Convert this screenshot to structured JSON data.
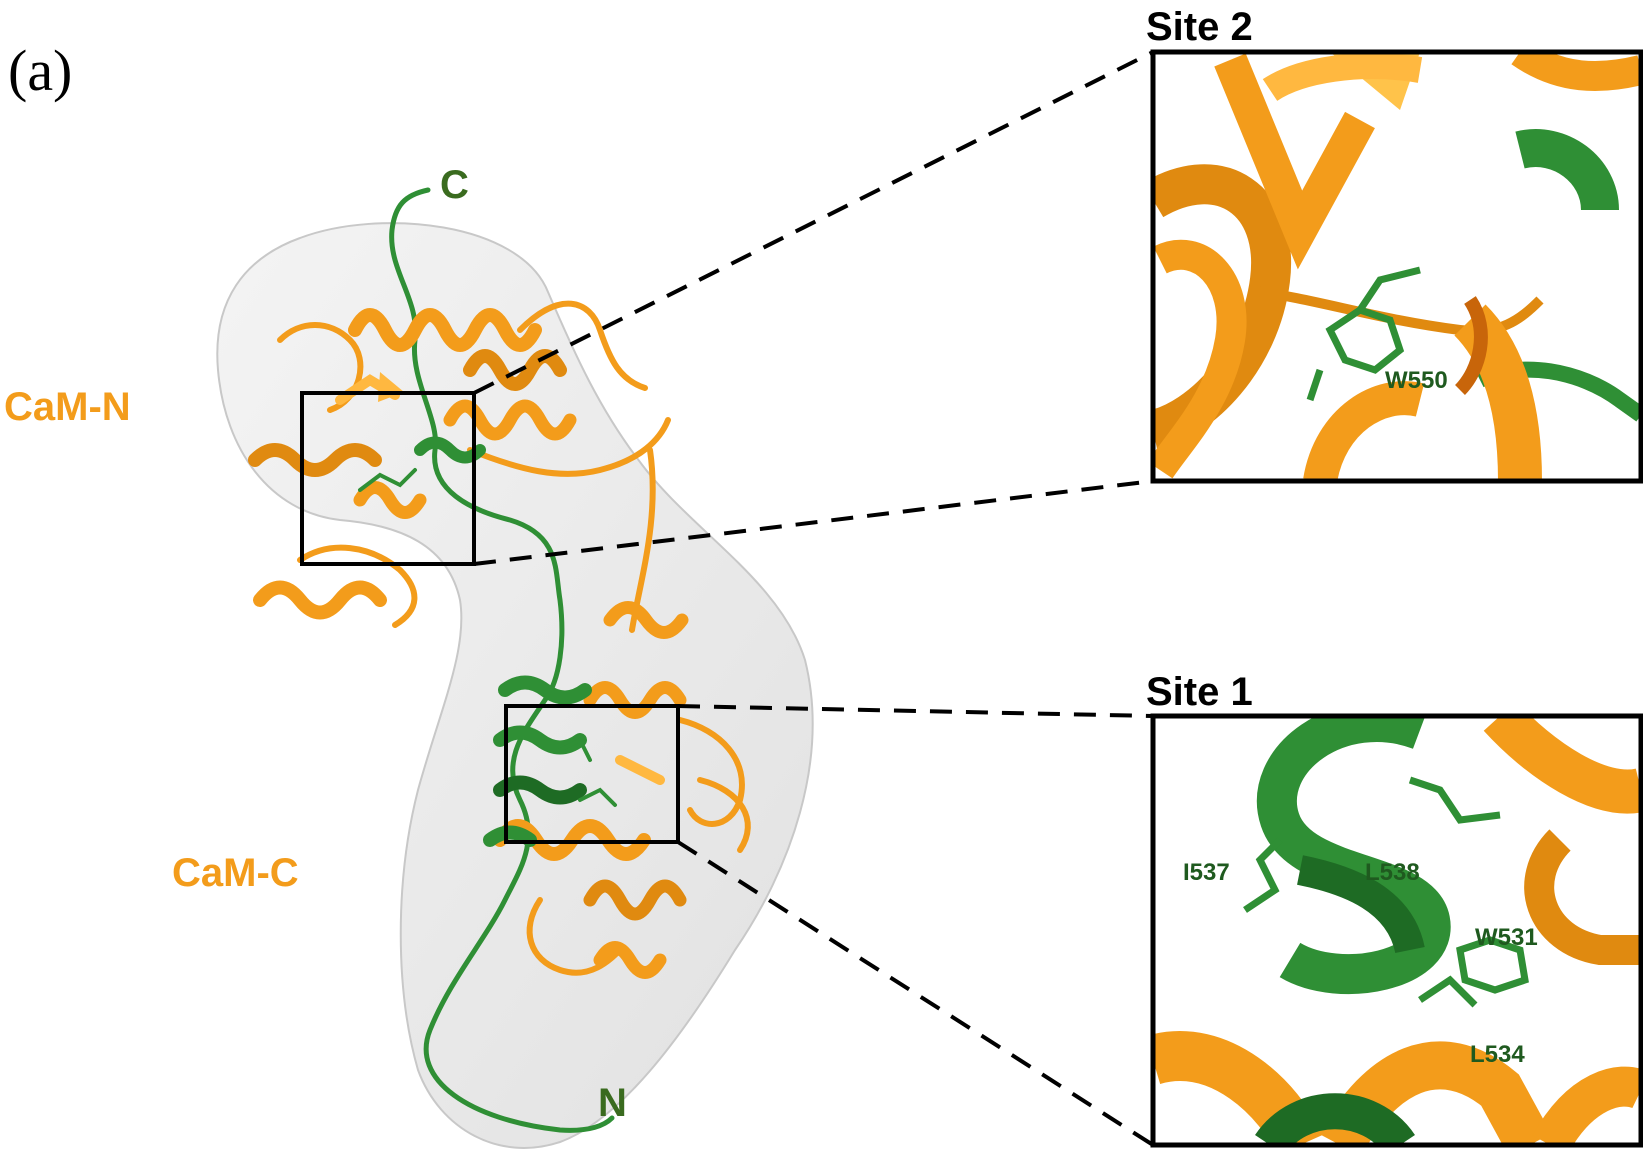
{
  "panel_label": "(a)",
  "colors": {
    "cam": "#f39c1b",
    "cam_dark": "#b8650a",
    "peptide": "#2f8f35",
    "peptide_dark": "#1e6b24",
    "envelope": "#e6e6e6",
    "label_green": "#3a6b1f",
    "residue_label": "#1f5a1f"
  },
  "domains": {
    "n_lobe": "CaM-N",
    "c_lobe": "CaM-C"
  },
  "termini": {
    "c_term": "C",
    "n_term": "N"
  },
  "insets": [
    {
      "title": "Site 2",
      "residues": [
        "W550"
      ]
    },
    {
      "title": "Site 1",
      "residues": [
        "I537",
        "L538",
        "W531",
        "L534"
      ]
    }
  ]
}
